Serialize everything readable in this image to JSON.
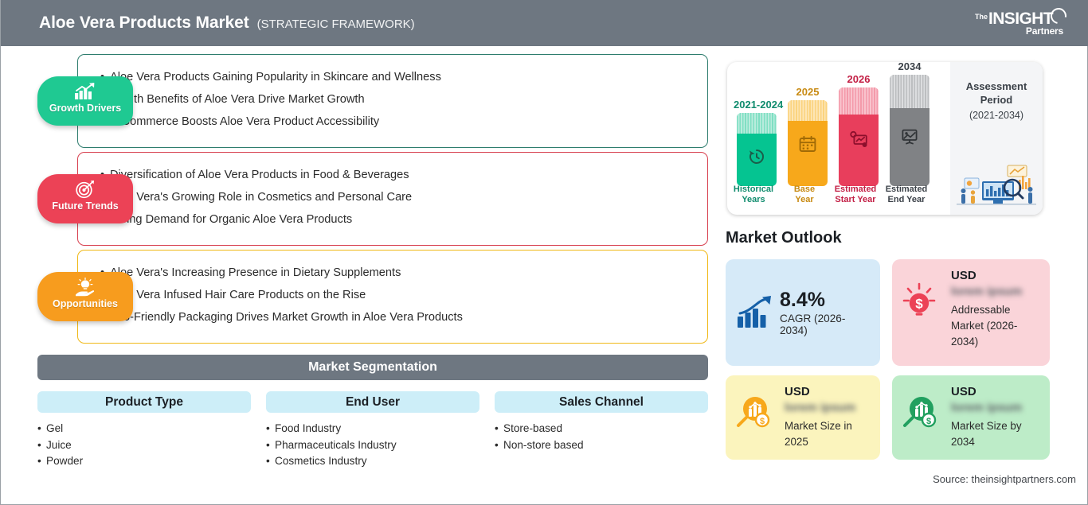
{
  "header": {
    "title": "Aloe Vera Products Market",
    "subtitle": "(STRATEGIC FRAMEWORK)",
    "logo": {
      "the": "The",
      "insight": "INSIGHT",
      "partners": "Partners"
    },
    "bg_color": "#6e7781"
  },
  "framework": [
    {
      "badge_label": "Growth Drivers",
      "icon": "bar-chart-arrow-icon",
      "badge_color": "#1fc992",
      "border_color": "#2e7d6e",
      "bullets": [
        "Aloe Vera Products Gaining Popularity in Skincare and Wellness",
        "Health Benefits of Aloe Vera Drive Market Growth",
        "E-Commerce Boosts Aloe Vera Product Accessibility"
      ]
    },
    {
      "badge_label": "Future Trends",
      "icon": "target-dart-icon",
      "badge_color": "#ec4256",
      "border_color": "#d8404f",
      "bullets": [
        "Diversification of Aloe Vera Products in Food & Beverages",
        "Aloe Vera's Growing Role in Cosmetics and Personal Care",
        "Rising Demand for Organic Aloe Vera Products"
      ]
    },
    {
      "badge_label": "Opportunities",
      "icon": "lightbulb-hand-icon",
      "badge_color": "#f79c1e",
      "border_color": "#f0b816",
      "bullets": [
        "Aloe Vera's Increasing Presence in Dietary Supplements",
        "Aloe Vera Infused Hair Care Products on the Rise",
        "Eco-Friendly Packaging Drives Market Growth in Aloe Vera Products"
      ]
    }
  ],
  "segmentation": {
    "title": "Market Segmentation",
    "columns": [
      {
        "header": "Product Type",
        "items": [
          "Gel",
          "Juice",
          "Powder"
        ]
      },
      {
        "header": "End User",
        "items": [
          "Food Industry",
          "Pharmaceuticals Industry",
          "Cosmetics Industry"
        ]
      },
      {
        "header": "Sales Channel",
        "items": [
          "Store-based",
          "Non-store based"
        ]
      }
    ]
  },
  "assessment_period": {
    "title_line1": "Assessment",
    "title_line2": "Period",
    "range": "(2021-2034)",
    "art_icon": "analytics-dashboard-illustration",
    "bars": [
      {
        "year": "2021-2024",
        "caption_line1": "Historical",
        "caption_line2": "Years",
        "color": "#05c491",
        "stripe": "#7fdfc3",
        "text_color": "#108c6e",
        "icon": "clock-history-icon",
        "height": 108
      },
      {
        "year": "2025",
        "caption_line1": "Base",
        "caption_line2": "Year",
        "color": "#f7a81b",
        "stripe": "#fbd37e",
        "text_color": "#c88a12",
        "icon": "calendar-icon",
        "height": 124
      },
      {
        "year": "2026",
        "caption_line1": "Estimated",
        "caption_line2": "Start Year",
        "color": "#e83e5c",
        "stripe": "#f49aaa",
        "text_color": "#c31f45",
        "icon": "forecast-monitor-icon",
        "height": 140
      },
      {
        "year": "2034",
        "caption_line1": "Estimated",
        "caption_line2": "End Year",
        "color": "#808285",
        "stripe": "#bcbec0",
        "text_color": "#3b4148",
        "icon": "presentation-chart-icon",
        "height": 156
      }
    ]
  },
  "market_outlook": {
    "title": "Market Outlook",
    "cards": [
      {
        "kind": "cagr",
        "icon": "growth-bar-arrow-icon",
        "value": "8.4%",
        "label": "CAGR (2026-2034)",
        "bg": "#d6eaf8"
      },
      {
        "kind": "value",
        "icon": "lightbulb-dollar-icon",
        "currency": "USD",
        "amount": "lorem ipsum",
        "label": "Addressable Market (2026-2034)",
        "bg": "#fad4d9"
      },
      {
        "kind": "value",
        "icon": "magnifier-chart-dollar-icon",
        "currency": "USD",
        "amount": "lorem ipsum",
        "label": "Market Size in 2025",
        "bg": "#fbf4bd"
      },
      {
        "kind": "value",
        "icon": "magnifier-chart-dollar-icon",
        "currency": "USD",
        "amount": "lorem ipsum",
        "label": "Market Size by 2034",
        "bg": "#bdecc8"
      }
    ]
  },
  "source": "Source: theinsightpartners.com"
}
